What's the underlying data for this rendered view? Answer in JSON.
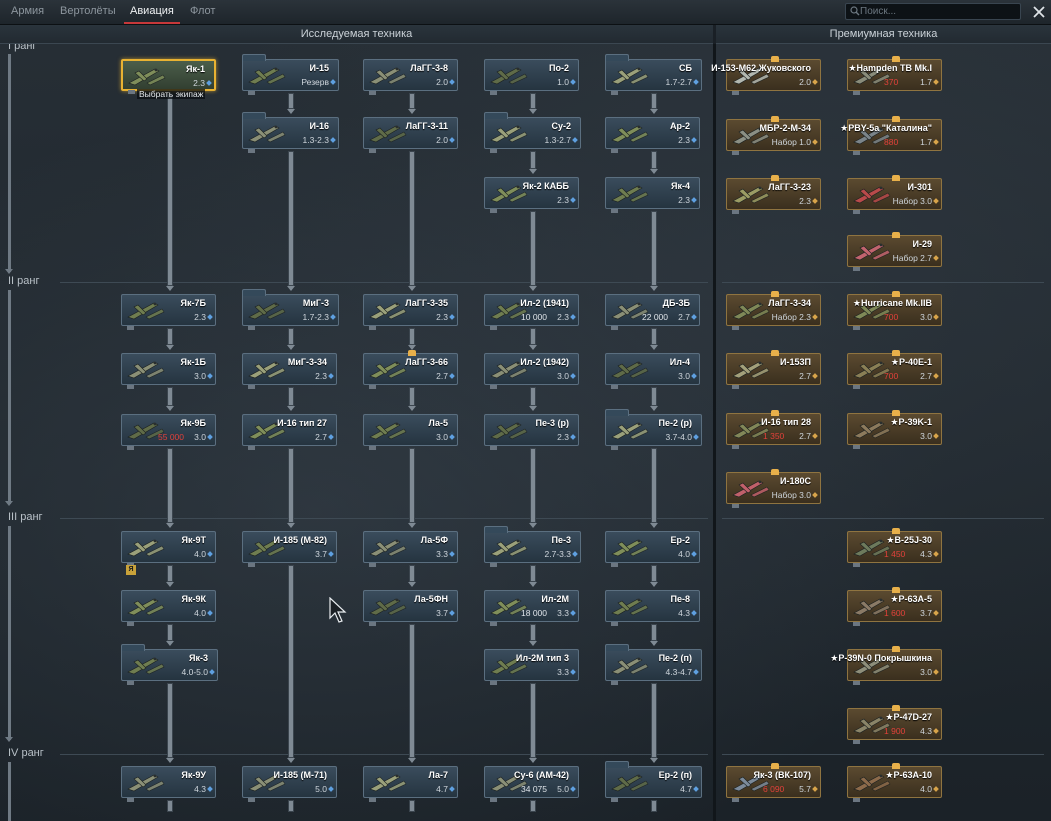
{
  "tabs": [
    {
      "label": "Армия",
      "active": false
    },
    {
      "label": "Вертолёты",
      "active": false
    },
    {
      "label": "Авиация",
      "active": true
    },
    {
      "label": "Флот",
      "active": false
    }
  ],
  "search": {
    "placeholder": "Поиск..."
  },
  "sections": {
    "research": "Исследуемая техника",
    "premium": "Премиумная техника"
  },
  "ranks": [
    "I ранг",
    "II ранг",
    "III ранг",
    "IV ранг"
  ],
  "tooltip": "Выбрать экипаж",
  "badge": "Я",
  "colors": {
    "selected": "#e8b232",
    "red_cost": "#e2413a",
    "premium_border": "#8f7440",
    "tab_accent": "#c7383a"
  },
  "research": [
    [
      {
        "name": "Як-1",
        "br": "2.3",
        "owned": true,
        "selected": true
      },
      {
        "name": "Як-7Б",
        "br": "2.3"
      },
      {
        "name": "Як-1Б",
        "br": "3.0"
      },
      {
        "name": "Як-9Б",
        "br": "3.0",
        "cost": "55 000",
        "cost_red": true
      },
      {
        "name": "Як-9Т",
        "br": "4.0"
      },
      {
        "name": "Як-9К",
        "br": "4.0"
      },
      {
        "name": "Як-3",
        "br": "4.0-5.0",
        "folder": true
      },
      {
        "name": "Як-9У",
        "br": "4.3"
      }
    ],
    [
      {
        "name": "И-15",
        "br": "Резерв",
        "folder": true
      },
      {
        "name": "И-16",
        "br": "1.3-2.3",
        "folder": true
      },
      {
        "name": "МиГ-3",
        "br": "1.7-2.3",
        "folder": true
      },
      {
        "name": "МиГ-3-34",
        "br": "2.3"
      },
      {
        "name": "И-16 тип 27",
        "br": "2.7"
      },
      {
        "name": "И-185 (М-82)",
        "br": "3.7"
      },
      {
        "name": "И-185 (М-71)",
        "br": "5.0"
      }
    ],
    [
      {
        "name": "ЛаГГ-3-8",
        "br": "2.0"
      },
      {
        "name": "ЛаГГ-3-11",
        "br": "2.0"
      },
      {
        "name": "ЛаГГ-3-35",
        "br": "2.3"
      },
      {
        "name": "ЛаГГ-3-66",
        "br": "2.7",
        "crown": true
      },
      {
        "name": "Ла-5",
        "br": "3.0"
      },
      {
        "name": "Ла-5Ф",
        "br": "3.3"
      },
      {
        "name": "Ла-5ФН",
        "br": "3.7"
      },
      {
        "name": "Ла-7",
        "br": "4.7"
      }
    ],
    [
      {
        "name": "По-2",
        "br": "1.0"
      },
      {
        "name": "Су-2",
        "br": "1.3-2.7",
        "folder": true
      },
      {
        "name": "Як-2 КАББ",
        "br": "2.3"
      },
      {
        "name": "Ил-2 (1941)",
        "br": "2.3",
        "cost": "10 000"
      },
      {
        "name": "Ил-2 (1942)",
        "br": "3.0"
      },
      {
        "name": "Пе-3 (р)",
        "br": "2.3"
      },
      {
        "name": "Пе-3",
        "br": "2.7-3.3",
        "folder": true
      },
      {
        "name": "Ил-2М",
        "br": "3.3",
        "cost": "18 000"
      },
      {
        "name": "Ил-2М тип 3",
        "br": "3.3"
      },
      {
        "name": "Су-6 (АМ-42)",
        "br": "5.0",
        "cost": "34 075"
      }
    ],
    [
      {
        "name": "СБ",
        "br": "1.7-2.7",
        "folder": true
      },
      {
        "name": "Ар-2",
        "br": "2.3"
      },
      {
        "name": "Як-4",
        "br": "2.3"
      },
      {
        "name": "ДБ-3Б",
        "br": "2.7",
        "cost": "22 000"
      },
      {
        "name": "Ил-4",
        "br": "3.0"
      },
      {
        "name": "Пе-2 (р)",
        "br": "3.7-4.0",
        "folder": true
      },
      {
        "name": "Ер-2",
        "br": "4.0"
      },
      {
        "name": "Пе-8",
        "br": "4.3"
      },
      {
        "name": "Пе-2 (п)",
        "br": "4.3-4.7",
        "folder": true
      },
      {
        "name": "Ер-2 (п)",
        "br": "4.7",
        "folder": true
      }
    ]
  ],
  "premium": [
    [
      {
        "name": "И-153-М62 Жуковского",
        "br": "2.0"
      },
      {
        "name": "МБР-2-М-34",
        "br": "Набор 1.0"
      },
      {
        "name": "ЛаГГ-3-23",
        "br": "2.3"
      },
      {
        "name": "ЛаГГ-3-34",
        "br": "Набор 2.3"
      },
      {
        "name": "И-153П",
        "br": "2.7"
      },
      {
        "name": "И-16 тип 28",
        "br": "2.7",
        "cost": "1 350"
      },
      {
        "name": "И-180С",
        "br": "Набор 3.0"
      },
      {
        "name": "Як-3 (ВК-107)",
        "br": "5.7",
        "cost": "6 090"
      }
    ],
    [
      {
        "name": "★Hampden TB Mk.I",
        "br": "1.7",
        "cost": "370"
      },
      {
        "name": "★PBY-5a \"Каталина\"",
        "br": "1.7",
        "cost": "880"
      },
      {
        "name": "И-301",
        "br": "Набор 3.0"
      },
      {
        "name": "И-29",
        "br": "Набор 2.7"
      },
      {
        "name": "★Hurricane Mk.IIB",
        "br": "3.0",
        "cost": "700"
      },
      {
        "name": "★P-40E-1",
        "br": "2.7",
        "cost": "700"
      },
      {
        "name": "★P-39K-1",
        "br": "3.0"
      },
      {
        "name": "★B-25J-30",
        "br": "4.3",
        "cost": "1 450"
      },
      {
        "name": "★P-63A-5",
        "br": "3.7",
        "cost": "1 600"
      },
      {
        "name": "★P-39N-0 Покрышкина",
        "br": "3.0"
      },
      {
        "name": "★P-47D-27",
        "br": "4.3",
        "cost": "1 900"
      },
      {
        "name": "★P-63A-10",
        "br": "4.0"
      }
    ]
  ]
}
